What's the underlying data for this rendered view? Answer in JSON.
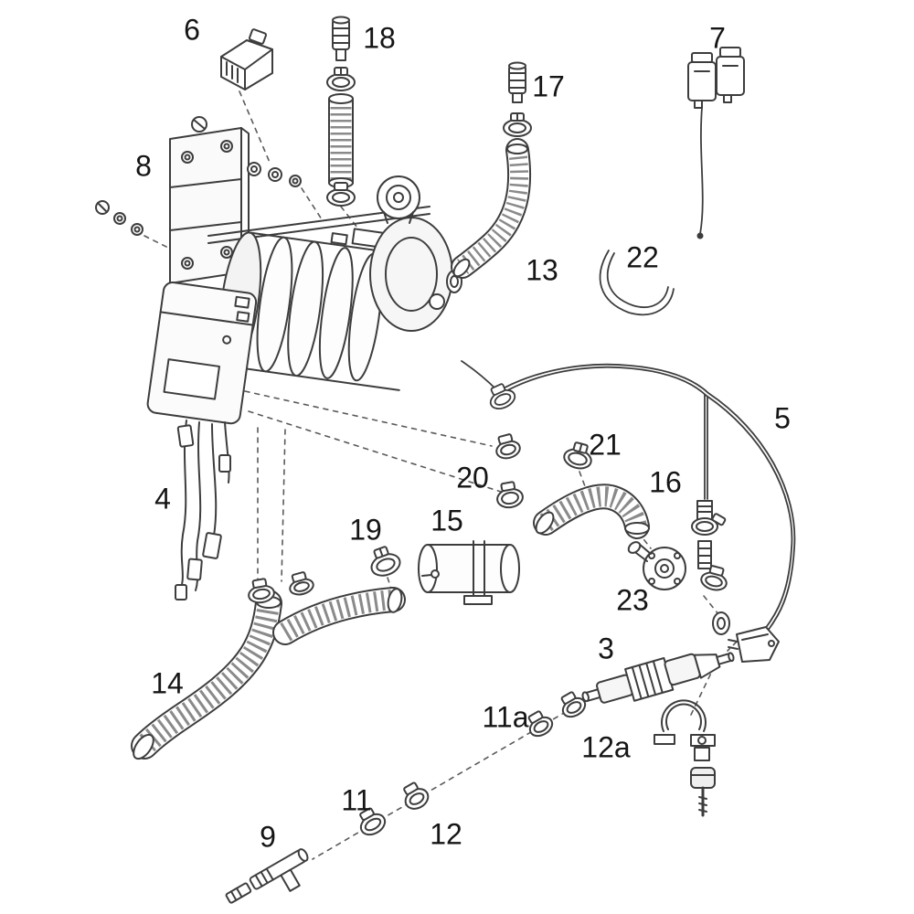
{
  "colors": {
    "background": "#ffffff",
    "line": "#3d3d3d",
    "hatch": "#8a8a8a",
    "label": "#151515"
  },
  "labels": {
    "p3": "3",
    "p4": "4",
    "p5": "5",
    "p6": "6",
    "p7": "7",
    "p8": "8",
    "p9": "9",
    "p11": "11",
    "p11a": "11a",
    "p12": "12",
    "p12a": "12a",
    "p13": "13",
    "p14": "14",
    "p15": "15",
    "p16": "16",
    "p17": "17",
    "p18": "18",
    "p19": "19",
    "p20": "20",
    "p21": "21",
    "p22": "22",
    "p23": "23"
  }
}
